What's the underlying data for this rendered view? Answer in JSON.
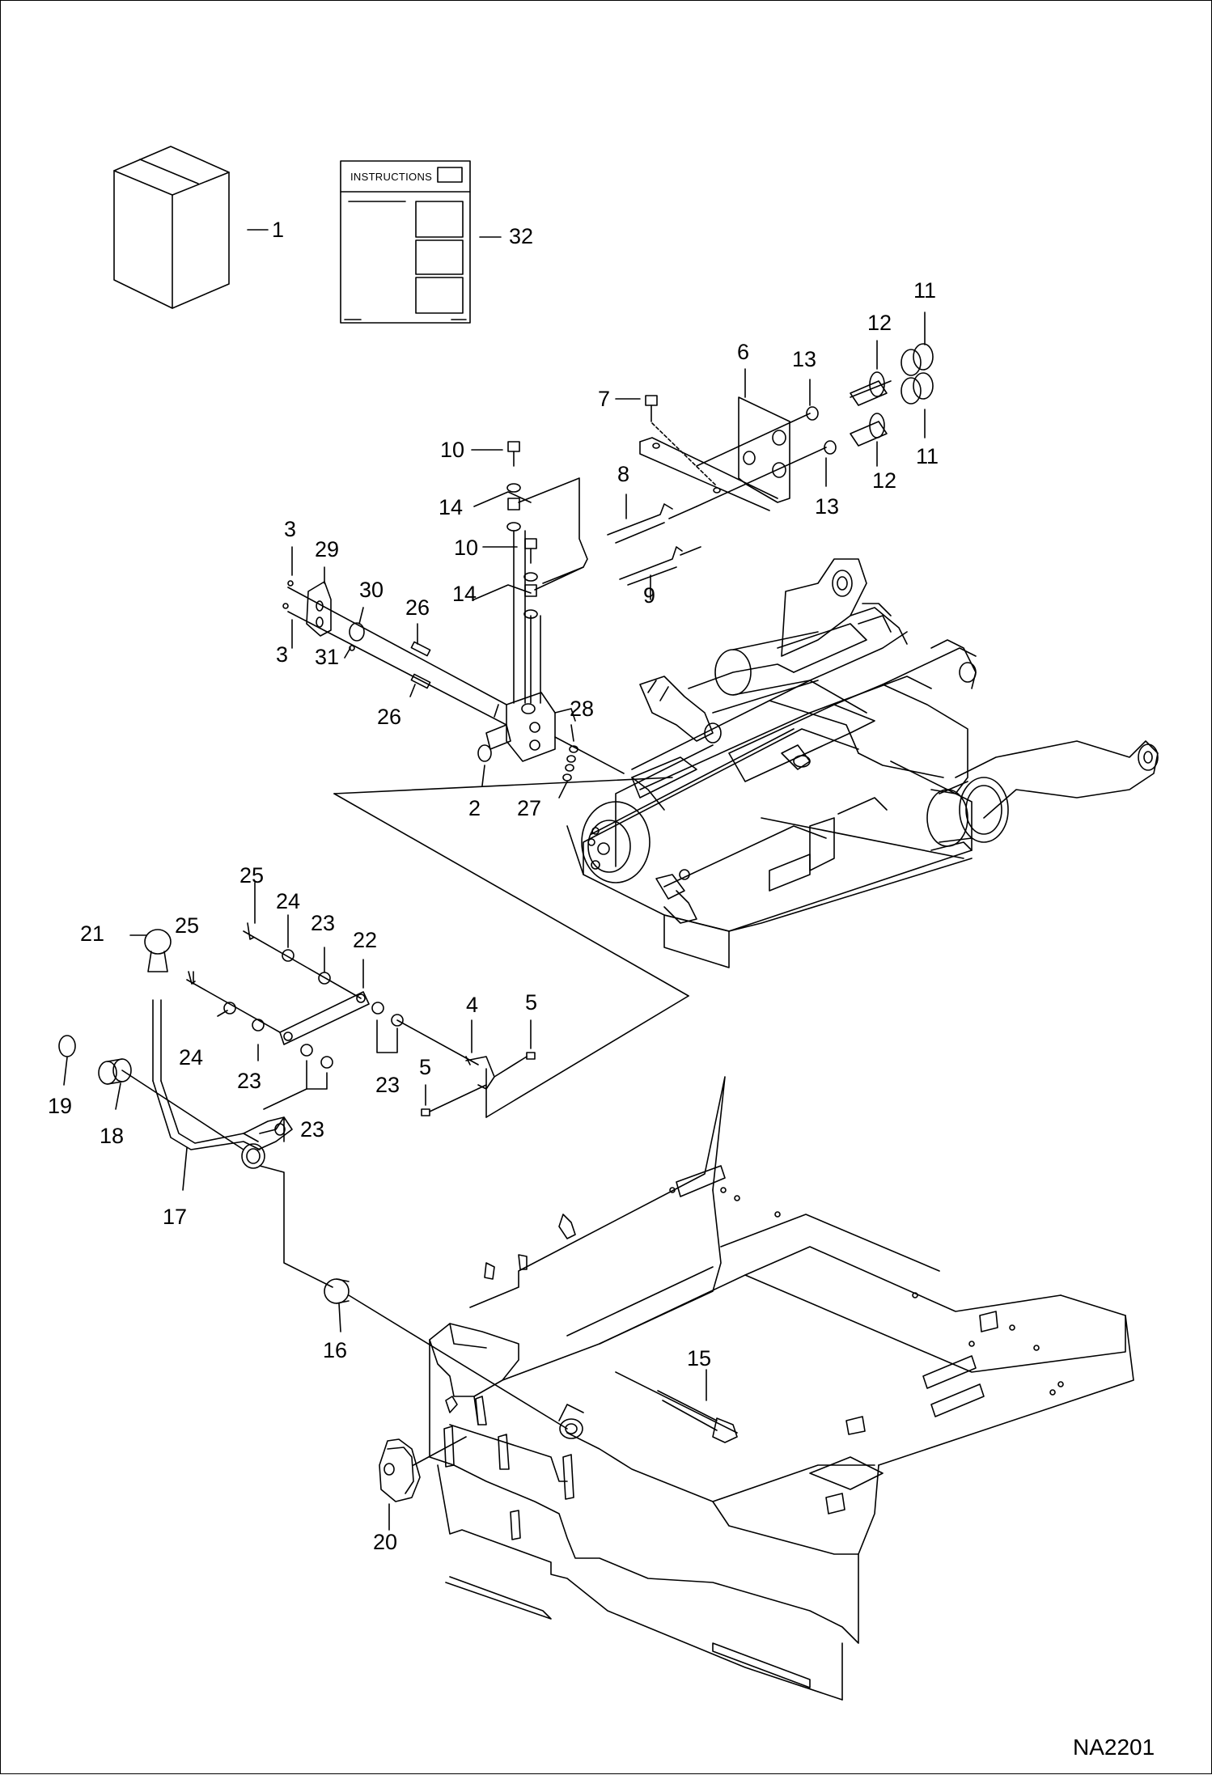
{
  "diagram": {
    "drawing_code": "NA2201",
    "instructions_text": "INSTRUCTIONS",
    "labels": [
      "1",
      "32",
      "11",
      "12",
      "6",
      "13",
      "7",
      "12",
      "11",
      "10",
      "14",
      "8",
      "13",
      "10",
      "14",
      "9",
      "3",
      "29",
      "30",
      "26",
      "3",
      "31",
      "26",
      "28",
      "2",
      "27",
      "25",
      "21",
      "24",
      "25",
      "23",
      "22",
      "4",
      "5",
      "24",
      "23",
      "19",
      "23",
      "5",
      "18",
      "23",
      "17",
      "15",
      "16",
      "20"
    ]
  }
}
